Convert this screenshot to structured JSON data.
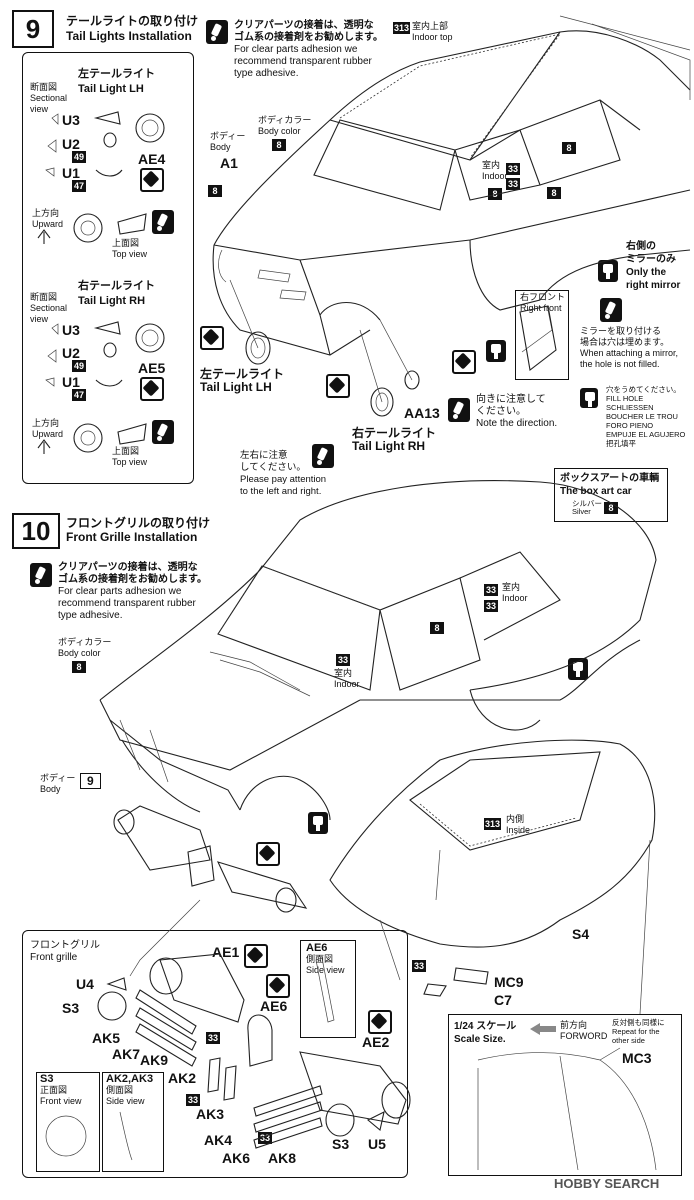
{
  "step9": {
    "num": "9",
    "title_jp": "テールライトの取り付け",
    "title_en": "Tail Lights Installation",
    "note_jp1": "クリアパーツの接着は、透明な",
    "note_jp2": "ゴム系の接着剤をお勧めします。",
    "note_en1": "For clear parts adhesion we",
    "note_en2": "recommend transparent rubber",
    "note_en3": "type adhesive.",
    "left_lh": {
      "section_jp": "断面図",
      "section_en1": "Sectional",
      "section_en2": "view",
      "title_jp": "左テールライト",
      "title_en": "Tail Light  LH",
      "u3": "U3",
      "u2": "U2",
      "u1": "U1",
      "n49": "49",
      "n47": "47",
      "ae": "AE4",
      "up_jp": "上方向",
      "up_en": "Upward",
      "top_jp": "上面図",
      "top_en": "Top view"
    },
    "left_rh": {
      "section_jp": "断面図",
      "section_en1": "Sectional",
      "section_en2": "view",
      "title_jp": "右テールライト",
      "title_en": "Tail Light  RH",
      "u3": "U3",
      "u2": "U2",
      "u1": "U1",
      "n49": "49",
      "n47": "47",
      "ae": "AE5",
      "up_jp": "上方向",
      "up_en": "Upward",
      "top_jp": "上面図",
      "top_en": "Top view"
    },
    "body": {
      "n313": "313",
      "roof_jp": "室内上部",
      "roof_en": "Indoor top",
      "bodycolor_jp": "ボディカラー",
      "bodycolor_en": "Body color",
      "n8": "8",
      "body_jp": "ボディー",
      "body_en": "Body",
      "a1": "A1",
      "indoor_jp": "室内",
      "indoor_en": "Indoor",
      "n33": "33",
      "mirror_jp1": "右側の",
      "mirror_jp2": "ミラーのみ",
      "mirror_en1": "Only the",
      "mirror_en2": "right mirror",
      "rf_jp": "右フロント",
      "rf_en": "Right front",
      "att_jp1": "ミラーを取り付ける",
      "att_jp2": "場合は穴は埋めます。",
      "att_en1": "When attaching a mirror,",
      "att_en2": "the hole is not filled.",
      "fill_jp": "穴をうめてください。",
      "fill1": "FILL HOLE",
      "fill2": "SCHLIESSEN",
      "fill3": "BOUCHER LE TROU",
      "fill4": "FORO PIENO",
      "fill5": "EMPUJE EL AGUJERO",
      "fill6": "把孔填平",
      "tl_lh_jp": "左テールライト",
      "tl_lh_en": "Tail Light  LH",
      "tl_rh_jp": "右テールライト",
      "tl_rh_en": "Tail Light  RH",
      "aa13": "AA13",
      "dir_jp1": "向きに注意して",
      "dir_jp2": "ください。",
      "dir_en": "Note the direction.",
      "lr_jp1": "左右に注意",
      "lr_jp2": "してください。",
      "lr_en1": "Please pay attention",
      "lr_en2": "to the left and right."
    }
  },
  "boxart": {
    "title_jp": "ボックスアートの車輌",
    "title_en": "The box art car",
    "silver_jp": "シルバー",
    "silver_en": "Silver",
    "n8": "8"
  },
  "step10": {
    "num": "10",
    "title_jp": "フロントグリルの取り付け",
    "title_en": "Front Grille Installation",
    "note_jp1": "クリアパーツの接着は、透明な",
    "note_jp2": "ゴム系の接着剤をお勧めします。",
    "note_en1": "For clear parts adhesion we",
    "note_en2": "recommend transparent rubber",
    "note_en3": "type adhesive.",
    "bodycolor_jp": "ボディカラー",
    "bodycolor_en": "Body color",
    "n8": "8",
    "n33": "33",
    "indoor_jp": "室内",
    "indoor_en": "Indoor",
    "body_jp": "ボディー",
    "body_en": "Body",
    "n9": "9",
    "n313": "313",
    "inside_jp": "内側",
    "inside_en": "Inside",
    "s4": "S4",
    "mc9": "MC9",
    "c7": "C7",
    "grille": {
      "title_jp": "フロントグリル",
      "title_en": "Front grille",
      "ae1": "AE1",
      "u4": "U4",
      "s3": "S3",
      "ak5": "AK5",
      "ak7": "AK7",
      "ak9": "AK9",
      "ae6": "AE6",
      "ak2": "AK2",
      "ak3": "AK3",
      "ae2": "AE2",
      "ak4": "AK4",
      "ak6": "AK6",
      "ak8": "AK8",
      "s3b": "S3",
      "u5": "U5",
      "n33": "33",
      "ae6box_title": "AE6",
      "ae6box_jp": "側面図",
      "ae6box_en": "Side view",
      "s3box_title": "S3",
      "s3box_jp": "正面図",
      "s3box_en": "Front view",
      "akbox_title": "AK2,AK3",
      "akbox_jp": "側面図",
      "akbox_en": "Side view"
    },
    "scale": {
      "title_jp": "1/24 スケール",
      "title_en": "Scale Size.",
      "fw_jp": "前方向",
      "fw_en": "FORWORD",
      "rep_jp": "反対側も同様に",
      "rep_en1": "Repeat for the",
      "rep_en2": "other side",
      "mc3": "MC3"
    }
  },
  "watermark": "HOBBY SEARCH"
}
